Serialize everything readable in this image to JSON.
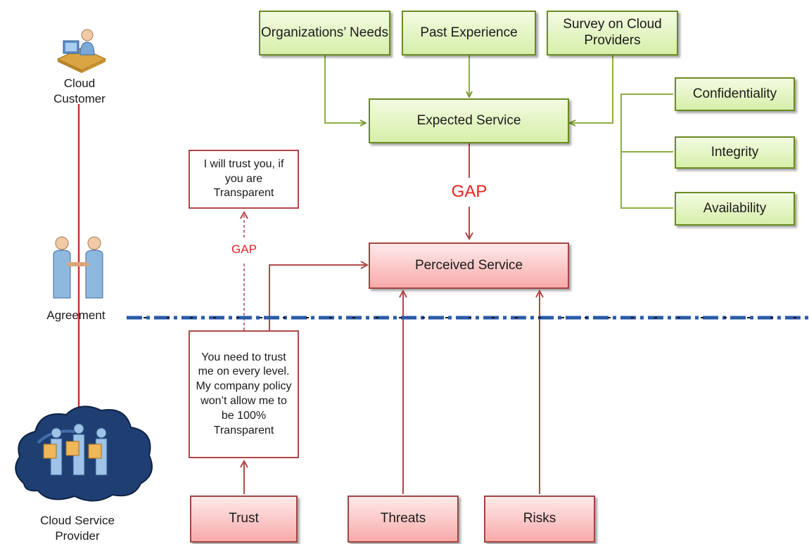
{
  "inputs": {
    "org_needs": "Organizations’ Needs",
    "past_experience": "Past Experience",
    "survey": "Survey on Cloud Providers"
  },
  "expected_service": "Expected Service",
  "perceived_service": "Perceived Service",
  "dimensions": {
    "confidentiality": "Confidentiality",
    "integrity": "Integrity",
    "availability": "Availability"
  },
  "gaps": {
    "main": "GAP",
    "trust": "GAP"
  },
  "notes": {
    "customer": "I will trust you, if you are Transparent",
    "provider": "You need to trust me on every level. My company policy won’t allow me to be 100% Transparent"
  },
  "factors": {
    "trust": "Trust",
    "threats": "Threats",
    "risks": "Risks"
  },
  "actors": {
    "customer": "Cloud Customer",
    "agreement": "Agreement",
    "provider": "Cloud Service Provider"
  },
  "colors": {
    "green_border": "#6a8a22",
    "green_fill": "#d6efaa",
    "red_fill": "#f8aaaa",
    "red_line": "#b24848",
    "gap_text": "#e8221c",
    "agreement_line": "#2a5ba8"
  }
}
